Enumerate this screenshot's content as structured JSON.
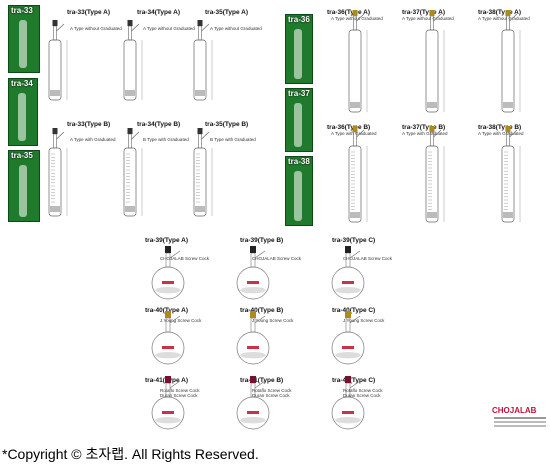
{
  "photos": [
    {
      "id": "33",
      "label": "tra-33"
    },
    {
      "id": "34",
      "label": "tra-34"
    },
    {
      "id": "35",
      "label": "tra-35"
    },
    {
      "id": "36",
      "label": "tra-36"
    },
    {
      "id": "37",
      "label": "tra-37"
    },
    {
      "id": "38",
      "label": "tra-38"
    }
  ],
  "cylinders": [
    {
      "label": "tra-33(Type A)",
      "sub": "A Type without Graduated"
    },
    {
      "label": "tra-34(Type A)",
      "sub": "A Type without Graduated"
    },
    {
      "label": "tra-35(Type A)",
      "sub": "A Type without Graduated"
    },
    {
      "label": "tra-33(Type B)",
      "sub": "A Type with Graduated"
    },
    {
      "label": "tra-34(Type B)",
      "sub": "B Type with Graduated"
    },
    {
      "label": "tra-35(Type B)",
      "sub": "B Type with Graduated"
    },
    {
      "label": "tra-36(Type A)",
      "sub": "A Type without Graduated"
    },
    {
      "label": "tra-37(Type A)",
      "sub": "A Type without Graduated"
    },
    {
      "label": "tra-38(Type A)",
      "sub": "A Type without Graduated"
    },
    {
      "label": "tra-36(Type B)",
      "sub": "A Type with Graduated"
    },
    {
      "label": "tra-37(Type B)",
      "sub": "A Type with Graduated"
    },
    {
      "label": "tra-38(Type B)",
      "sub": "A Type with Graduated"
    }
  ],
  "flasks": [
    {
      "label": "tra-39(Type A)",
      "sub": "CHOJALAB Screw Cock"
    },
    {
      "label": "tra-39(Type B)",
      "sub": "CHOJALAB Screw Cock"
    },
    {
      "label": "tra-39(Type C)",
      "sub": "CHOJALAB Screw Cock"
    },
    {
      "label": "tra-40(Type A)",
      "sub": "J.Young Screw Cock"
    },
    {
      "label": "tra-40(Type B)",
      "sub": "J.Young Screw Cock"
    },
    {
      "label": "tra-40(Type C)",
      "sub": "J.Young Screw Cock"
    },
    {
      "label": "tra-41(Type A)",
      "sub": "Rotaflo Screw Cock Duran Screw Cock"
    },
    {
      "label": "tra-41(Type B)",
      "sub": "Rotaflo Screw Cock Duran Screw Cock"
    },
    {
      "label": "tra-41(Type C)",
      "sub": "Rotaflo Screw Cock Duran Screw Cock"
    }
  ],
  "logo": "CHOJALAB",
  "footer": "*Copyright © 초자랩.     All Rights Reserved."
}
